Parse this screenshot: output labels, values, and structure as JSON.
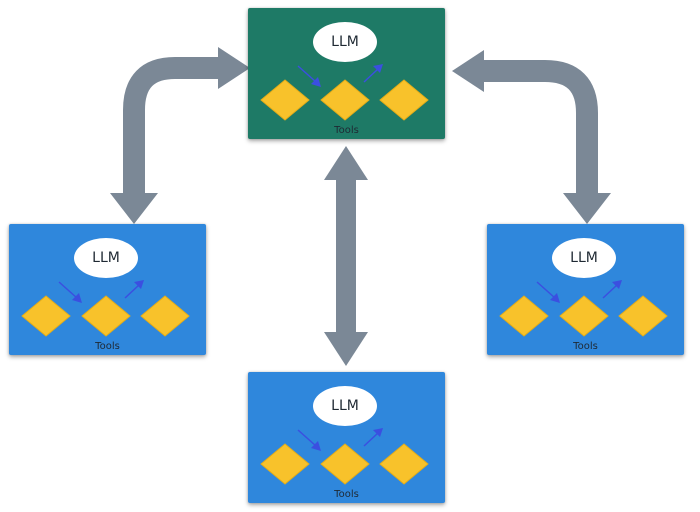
{
  "colors": {
    "hub_bg": "#1e7a66",
    "agent_bg": "#2f87dc",
    "tool_diamond": "#f8c22b",
    "tool_diamond_edge": "#e6ad17",
    "flow_arrow": "#3b4fe0",
    "connector": "#7b8896"
  },
  "hub": {
    "llm_label": "LLM",
    "tools_label": "Tools"
  },
  "agents": [
    {
      "llm_label": "LLM",
      "tools_label": "Tools"
    },
    {
      "llm_label": "LLM",
      "tools_label": "Tools"
    },
    {
      "llm_label": "LLM",
      "tools_label": "Tools"
    }
  ]
}
